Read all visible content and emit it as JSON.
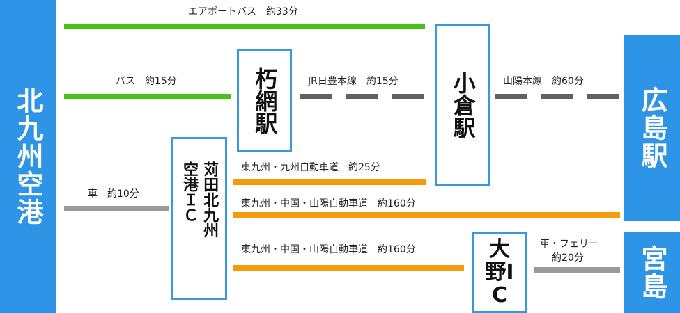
{
  "origin": "北九州空港",
  "dest_hiroshima": "広島駅",
  "dest_miyajima": "宮島",
  "stations": {
    "kutsuami": "朽網駅",
    "kokura": "小倉駅",
    "kanda_col1": "苅田北九州",
    "kanda_col2": "空港ＩＣ",
    "oono": "大野IC"
  },
  "routes": {
    "airport_bus": "エアポートバス　約33分",
    "bus": "バス　約15分",
    "jr_nippo": "JR日豊本線　約15分",
    "sanyo_main": "山陽本線　約60分",
    "car": "車　約10分",
    "higashi_kyushu_kyushu": "東九州・九州自動車道　約25分",
    "higashi_chugoku_sanyo_1": "東九州・中国・山陽自動車道　約160分",
    "higashi_chugoku_sanyo_2": "東九州・中国・山陽自動車道　約160分",
    "car_ferry_1": "車・フェリー",
    "car_ferry_2": "約20分"
  },
  "colors": {
    "blue_box": "#2d94e6",
    "station_border": "#3a98e2",
    "bus_green": "#44c21a",
    "expressway_orange": "#f49a0d",
    "rail_dash": "#616161",
    "car_gray": "#9a9a9a"
  }
}
